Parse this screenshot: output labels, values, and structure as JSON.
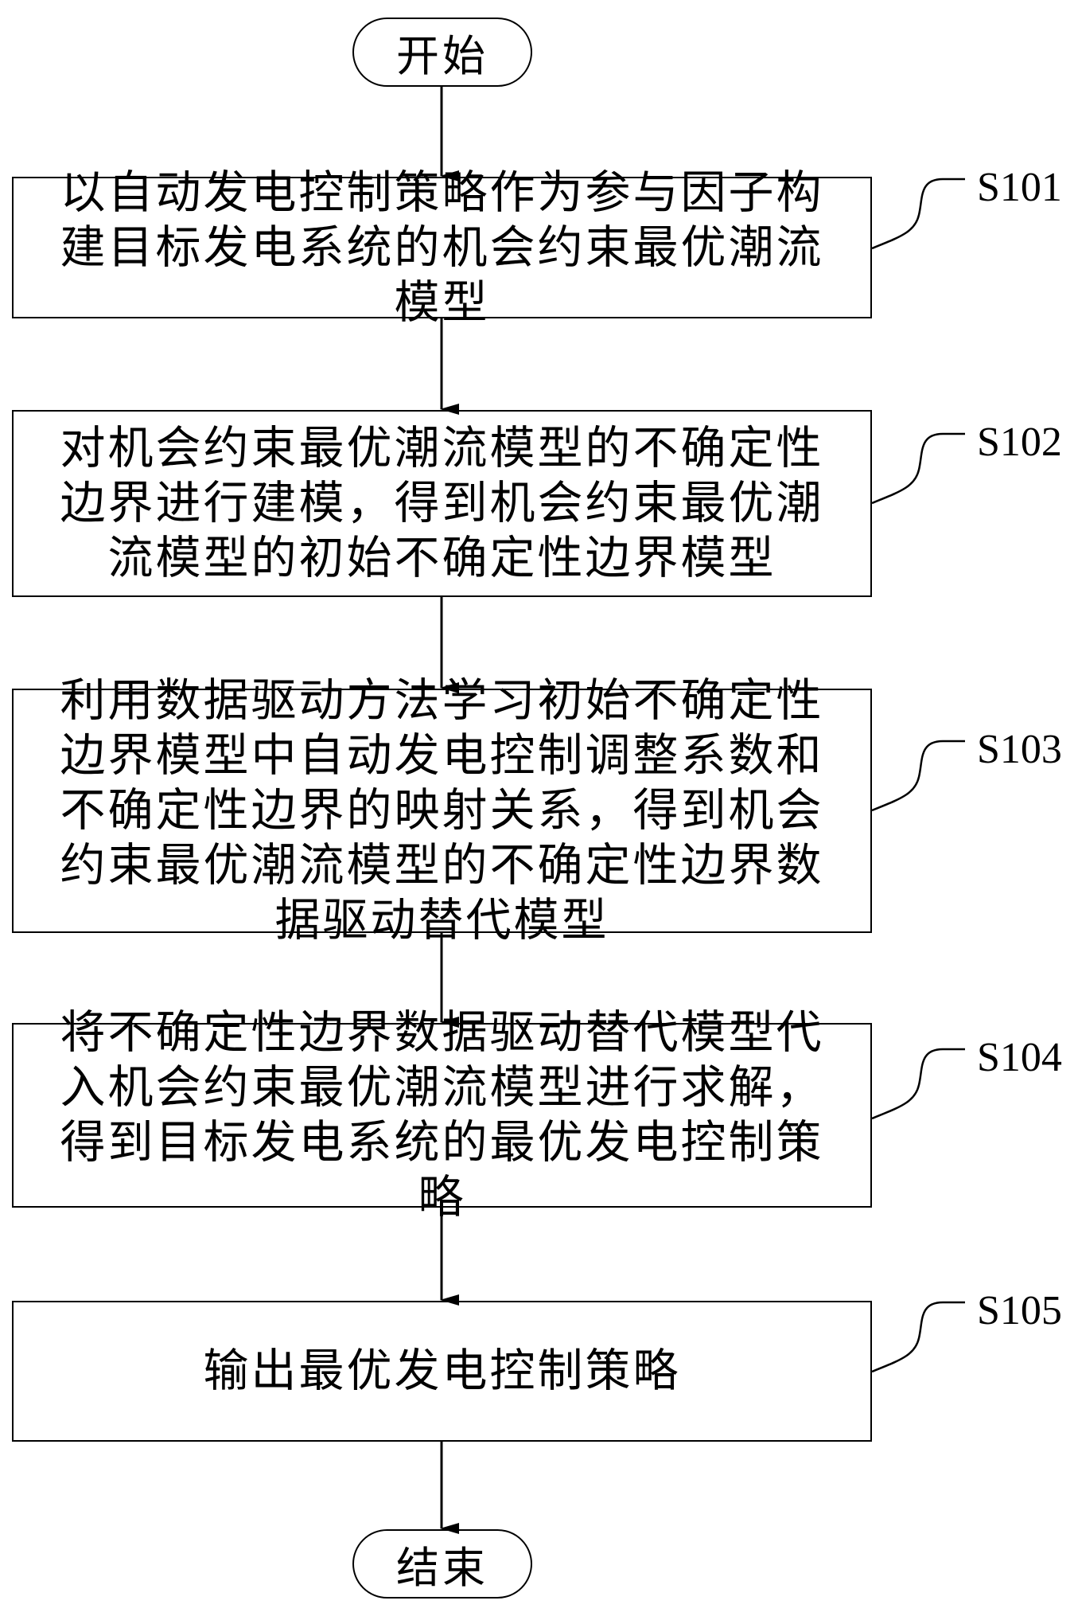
{
  "start": "开始",
  "end": "结束",
  "steps": [
    {
      "id": "S101",
      "text": "以自动发电控制策略作为参与因子构建目标发电系统的机会约束最优潮流模型"
    },
    {
      "id": "S102",
      "text": "对机会约束最优潮流模型的不确定性边界进行建模，得到机会约束最优潮流模型的初始不确定性边界模型"
    },
    {
      "id": "S103",
      "text": "利用数据驱动方法学习初始不确定性边界模型中自动发电控制调整系数和不确定性边界的映射关系，得到机会约束最优潮流模型的不确定性边界数据驱动替代模型"
    },
    {
      "id": "S104",
      "text": "将不确定性边界数据驱动替代模型代入机会约束最优潮流模型进行求解，得到目标发电系统的最优发电控制策略"
    },
    {
      "id": "S105",
      "text": "输出最优发电控制策略"
    }
  ]
}
